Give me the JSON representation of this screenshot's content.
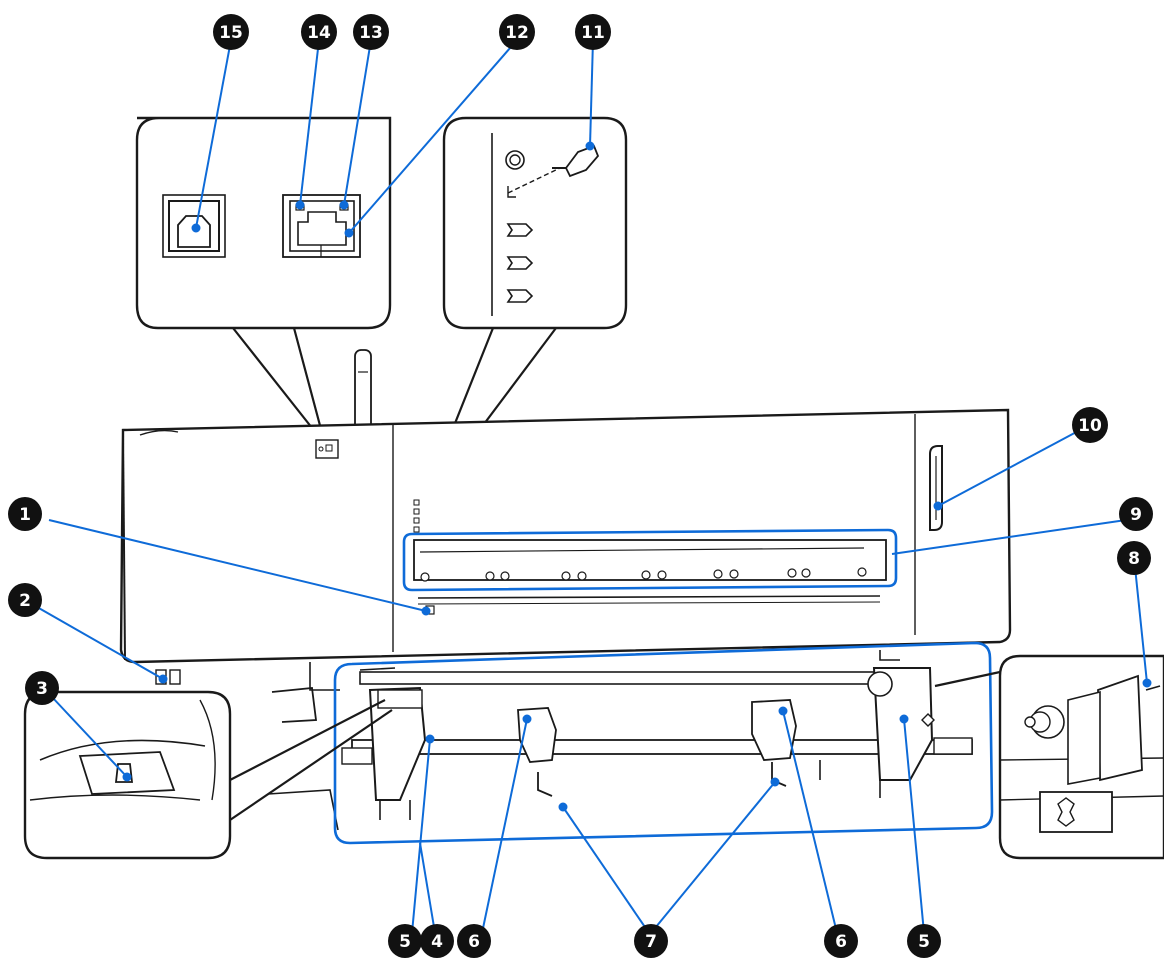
{
  "diagram": {
    "callouts": [
      "1",
      "2",
      "3",
      "4",
      "5",
      "5",
      "6",
      "6",
      "7",
      "7",
      "8",
      "9",
      "10",
      "11",
      "12",
      "13",
      "14",
      "15"
    ],
    "colors": {
      "line": "#1a1a1a",
      "leader": "#0e6bd8",
      "badge": "#111111",
      "badge_text": "#ffffff",
      "fill": "#ffffff"
    }
  }
}
